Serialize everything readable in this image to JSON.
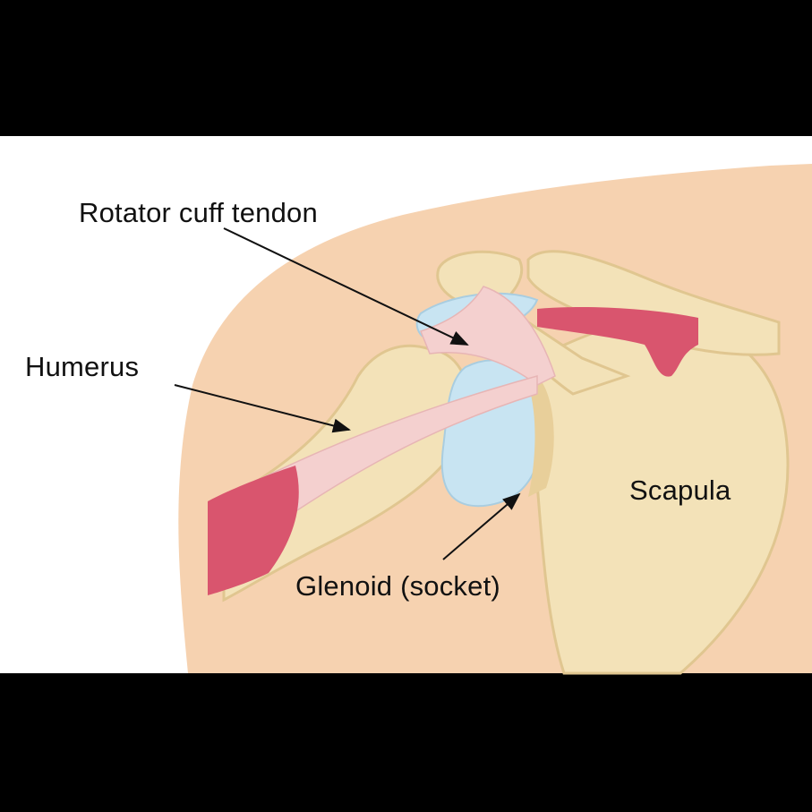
{
  "labels": {
    "rotator_cuff_tendon": "Rotator cuff tendon",
    "humerus": "Humerus",
    "scapula": "Scapula",
    "glenoid": "Glenoid (socket)"
  },
  "colors": {
    "skin": "#f6d2b0",
    "bone": "#f3e2b8",
    "bone_shadow": "#e2c58c",
    "cartilage": "#c8e4f2",
    "muscle": "#d9556e",
    "tendon": "#f4d0cf"
  }
}
